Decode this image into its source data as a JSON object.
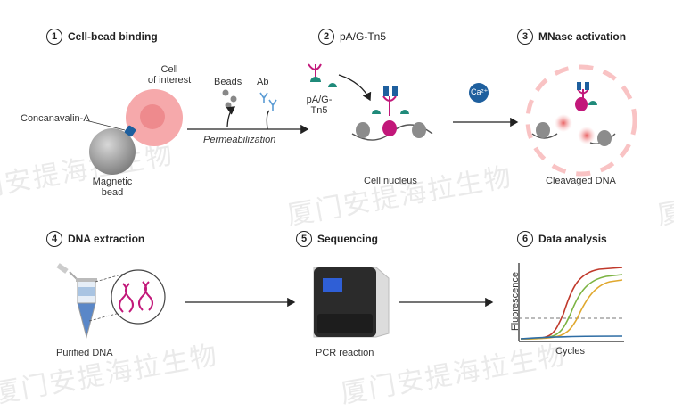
{
  "steps": [
    {
      "num": "1",
      "title": "Cell-bead binding"
    },
    {
      "num": "2",
      "title": "pA/G-Tn5"
    },
    {
      "num": "3",
      "title": "MNase activation"
    },
    {
      "num": "4",
      "title": "DNA extraction"
    },
    {
      "num": "5",
      "title": "Sequencing"
    },
    {
      "num": "6",
      "title": "Data analysis"
    }
  ],
  "labels": {
    "cell_of_interest": "Cell\nof interest",
    "concanavalin": "Concanavalin-A",
    "magnetic_bead": "Magnetic\nbead",
    "beads": "Beads",
    "ab": "Ab",
    "permeabilization": "Permeabilization",
    "pag_tn5": "pA/G-\nTn5",
    "cell_nucleus": "Cell nucleus",
    "ca": "Ca²⁺",
    "cleavaged_dna": "Cleavaged DNA",
    "purified_dna": "Purified DNA",
    "pcr_reaction": "PCR reaction",
    "fluorescence": "Fluorescence",
    "cycles": "Cycles"
  },
  "watermark": "厦门安提海拉生物",
  "colors": {
    "cell": "#f6a9ab",
    "nucleus": "#ee8a8d",
    "bead": "#9c9c9c",
    "magenta": "#c2187a",
    "teal": "#1f8a7a",
    "ca_blue": "#1e5f9e",
    "curve_red": "#c0392b",
    "curve_green": "#7cb342",
    "curve_yellow": "#e0a82e",
    "curve_blue": "#2e6da4"
  }
}
